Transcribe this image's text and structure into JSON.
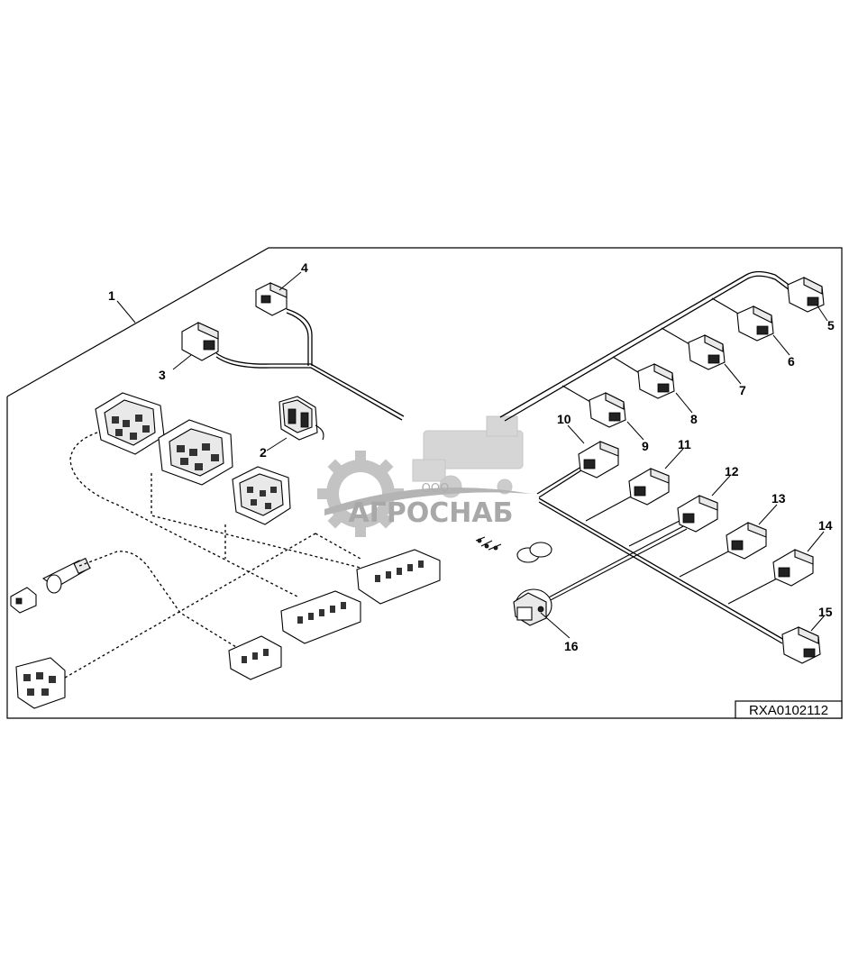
{
  "figure_id": "RXA0102112",
  "callouts": [
    "1",
    "2",
    "3",
    "4",
    "5",
    "6",
    "7",
    "8",
    "9",
    "10",
    "11",
    "12",
    "13",
    "14",
    "15",
    "16"
  ],
  "watermark": {
    "company_prefix": "ООО",
    "company_name": "АГРОСНАБ"
  }
}
